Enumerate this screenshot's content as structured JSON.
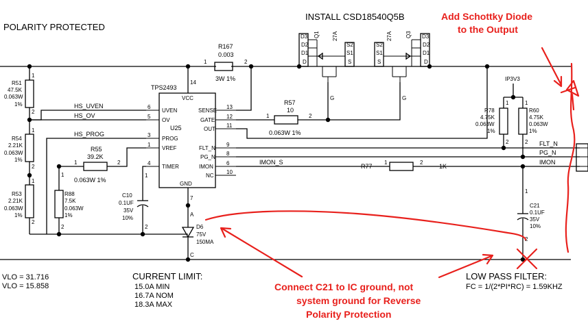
{
  "header": {
    "left_title": "POLARITY PROTECTED",
    "top_title": "INSTALL CSD18540Q5B"
  },
  "parts": {
    "r167": {
      "ref": "R167",
      "value": "0.003",
      "rating": "3W  1%",
      "pin1": "1",
      "pin2": "2"
    },
    "r51": {
      "ref": "R51",
      "value": "47.5K",
      "power": "0.063W",
      "tol": "1%",
      "pin1": "1",
      "pin2": "2"
    },
    "r54": {
      "ref": "R54",
      "value": "2.21K",
      "power": "0.063W",
      "tol": "1%",
      "pin1": "1",
      "pin2": "2"
    },
    "r53": {
      "ref": "R53",
      "value": "2.21K",
      "power": "0.063W",
      "tol": "1%",
      "pin1": "1",
      "pin2": "2"
    },
    "r55": {
      "ref": "R55",
      "value": "39.2K",
      "rating": "0.063W  1%",
      "pin1": "1",
      "pin2": "2"
    },
    "r88": {
      "ref": "R88",
      "value": "7.5K",
      "power": "0.063W",
      "tol": "1%",
      "pin1": "1",
      "pin2": "2"
    },
    "r57": {
      "ref": "R57",
      "value": "10",
      "rating": "0.063W  1%",
      "pin1": "1",
      "pin2": "2"
    },
    "r77": {
      "ref": "R77",
      "value": "1K",
      "pin1": "1",
      "pin2": "2"
    },
    "r78": {
      "ref": "R78",
      "value": "4.75K",
      "power": "0.063W",
      "tol": "1%",
      "pin1": "1",
      "pin2": "2"
    },
    "r60": {
      "ref": "R60",
      "value": "4.75K",
      "power": "0.063W",
      "tol": "1%",
      "pin1": "1",
      "pin2": "2"
    },
    "c10": {
      "ref": "C10",
      "value": "0.1UF",
      "volt": "35V",
      "tol": "10%",
      "pin1": "1",
      "pin2": "2"
    },
    "c21": {
      "ref": "C21",
      "value": "0.1UF",
      "volt": "35V",
      "tol": "10%",
      "pin1": "1",
      "pin2": "2"
    },
    "d6": {
      "ref": "D6",
      "volt": "75V",
      "cur": "150MA",
      "pin_a": "A",
      "pin_c": "C"
    },
    "q1": {
      "ref": "Q1",
      "cur": "27A",
      "pins": [
        "D3",
        "D2",
        "D1",
        "D",
        "S2",
        "S1",
        "S",
        "G"
      ]
    },
    "q3": {
      "ref": "Q3",
      "cur": "27A",
      "pins": [
        "D3",
        "D2",
        "D1",
        "D",
        "S2",
        "S1",
        "S",
        "G"
      ]
    },
    "ip3v3": "IP3V3"
  },
  "ic": {
    "part": "TPS2493",
    "ref": "U25",
    "left_pins": [
      {
        "name": "UVEN",
        "num": "6"
      },
      {
        "name": "OV",
        "num": "5"
      },
      {
        "name": "PROG",
        "num": "3"
      },
      {
        "name": "VREF",
        "num": "1"
      },
      {
        "name": "TIMER",
        "num": "4"
      }
    ],
    "right_pins": [
      {
        "name": "SENSE",
        "num": "13"
      },
      {
        "name": "GATE",
        "num": "12"
      },
      {
        "name": "OUT",
        "num": "11"
      },
      {
        "name": "FLT_N",
        "num": "9"
      },
      {
        "name": "PG_N",
        "num": "8"
      },
      {
        "name": "IMON",
        "num": "6"
      },
      {
        "name": "NC",
        "num": "10"
      }
    ],
    "vcc": {
      "name": "VCC",
      "num": "14"
    },
    "gnd": {
      "name": "GND",
      "num": "7"
    }
  },
  "nets": {
    "hs_uven": "HS_UVEN",
    "hs_ov": "HS_OV",
    "hs_prog": "HS_PROG",
    "imon_s": "IMON_S",
    "flt_n": "FLT_N",
    "pg_n": "PG_N",
    "imon": "IMON"
  },
  "notes": {
    "vlo1": "VLO = 31.716",
    "vlo2": "VLO = 15.858",
    "current_limit": {
      "title": "CURRENT LIMIT:",
      "lines": [
        "15.0A MIN",
        "16.7A NOM",
        "18.3A MAX"
      ]
    },
    "lpf": {
      "title": "LOW PASS FILTER:",
      "formula": "FC = 1/(2*PI*RC) = 1.59KHZ"
    }
  },
  "annotations": {
    "schottky": [
      "Add Schottky Diode",
      "to the Output"
    ],
    "c21_note": [
      "Connect C21 to IC ground, not",
      "system ground for Reverse",
      "Polarity Protection"
    ],
    "color": "#e8201c"
  }
}
